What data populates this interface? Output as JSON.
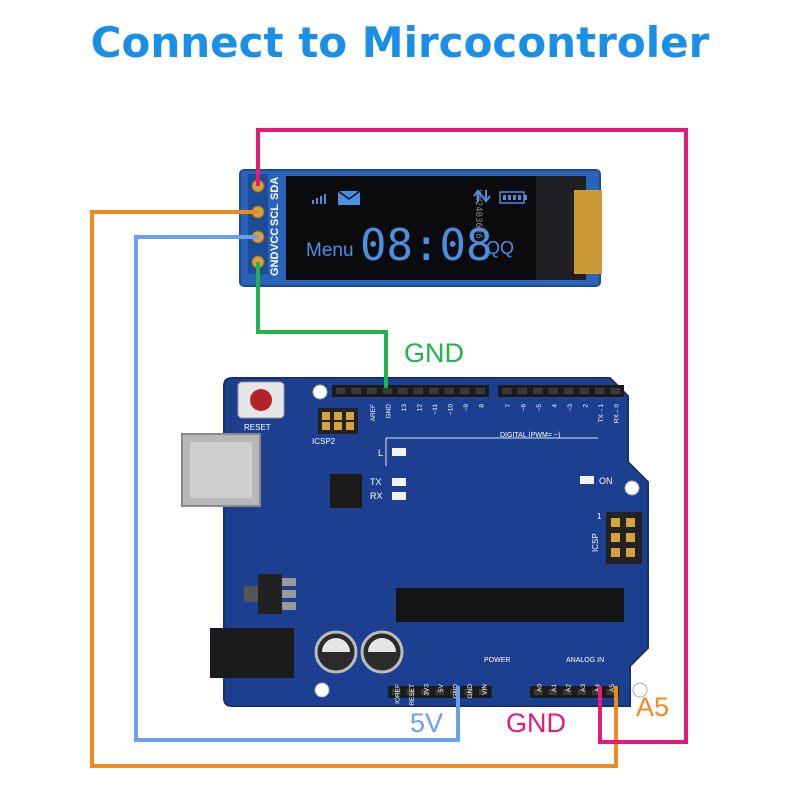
{
  "title": "Connect to Mircocontroler",
  "oled": {
    "pins": [
      "GND",
      "VCC",
      "SCL",
      "SDA"
    ],
    "menu_label": "Menu",
    "clock_text": "08:08",
    "qq_label": "QQ",
    "side_code": "WW2403636"
  },
  "board": {
    "reset_label": "RESET",
    "icsp2_label": "ICSP2",
    "icsp_label": "ICSP",
    "on_label": "ON",
    "l_label": "L",
    "tx_label": "TX",
    "rx_label": "RX",
    "digital_label": "DIGITAL (PWM= ~)",
    "power_label": "POWER",
    "analog_label": "ANALOG IN",
    "icsp_pin1": "1",
    "top_header": [
      "",
      "",
      "AREF",
      "GND",
      "13",
      "12",
      "~11",
      "~10",
      "~9",
      "8"
    ],
    "top_header2": [
      "7",
      "~6",
      "~5",
      "4",
      "~3",
      "2",
      "TX→1",
      "RX←0"
    ],
    "power_header": [
      "IOREF",
      "RESET",
      "3V3",
      "5V",
      "GND",
      "GND",
      "VIN"
    ],
    "analog_header": [
      "A0",
      "A1",
      "A2",
      "A3",
      "A4",
      "A5"
    ]
  },
  "labels": {
    "gnd_top": "GND",
    "five_v": "5V",
    "gnd_bottom": "GND",
    "a5": "A5"
  },
  "colors": {
    "title": "#1a8fe8",
    "wire_gnd_top": "#22b34a",
    "wire_vcc": "#f08a1c",
    "wire_scl": "#6aa0ee",
    "wire_sda": "#e5197a",
    "board": "#1d3f8f"
  }
}
